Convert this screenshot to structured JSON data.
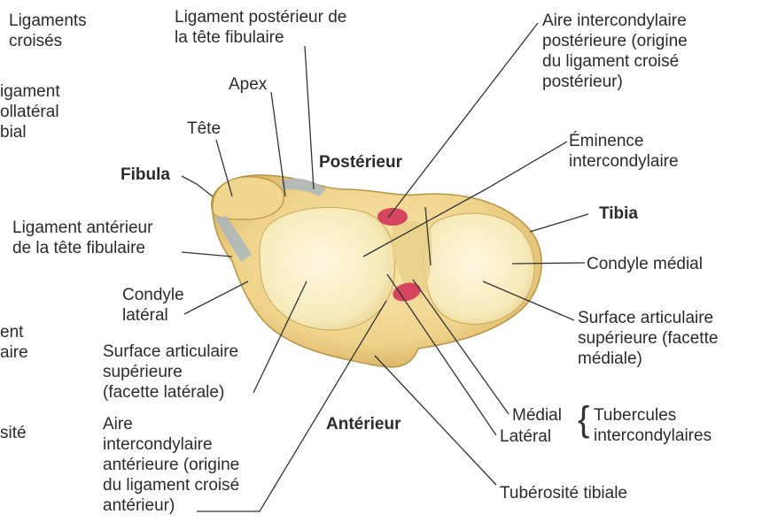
{
  "colors": {
    "bone": "#f3dc9a",
    "bone_shadow": "#c9a44e",
    "cartilage": "#fbf2cf",
    "ligament": "#aab7bf",
    "attachment": "#d6455f",
    "line": "#333333",
    "text": "#2b2b2b"
  },
  "labels": {
    "left_ligaments_croises": "Ligaments\ncroisés",
    "left_ligament_collateral": "igament\nollatéral\nbial",
    "left_ent_aire": "ent\naire",
    "left_site": "sité",
    "lig_post_tete_fib": "Ligament postérieur de\nla tête fibulaire",
    "apex": "Apex",
    "tete": "Tête",
    "fibula": "Fibula",
    "posterieur": "Postérieur",
    "lig_ant_tete_fib": "Ligament antérieur\nde la tête fibulaire",
    "condyle_lateral": "Condyle\nlatéral",
    "surf_art_laterale": "Surface articulaire\nsupérieure\n(facette latérale)",
    "aire_interc_ant": "Aire\nintercondylaire\nantérieure (origine\ndu ligament croisé\nantérieur)",
    "anterieur": "Antérieur",
    "aire_interc_post": "Aire intercondylaire\npostérieure (origine\ndu ligament croisé\npostérieur)",
    "eminence": "Éminence\nintercondylaire",
    "tibia": "Tibia",
    "condyle_medial": "Condyle médial",
    "surf_art_mediale": "Surface articulaire\nsupérieure (facette\nmédiale)",
    "medial": "Médial",
    "lateral": "Latéral",
    "tubercules": "Tubercules\nintercondylaires",
    "tuberosite": "Tubérosité tibiale"
  }
}
